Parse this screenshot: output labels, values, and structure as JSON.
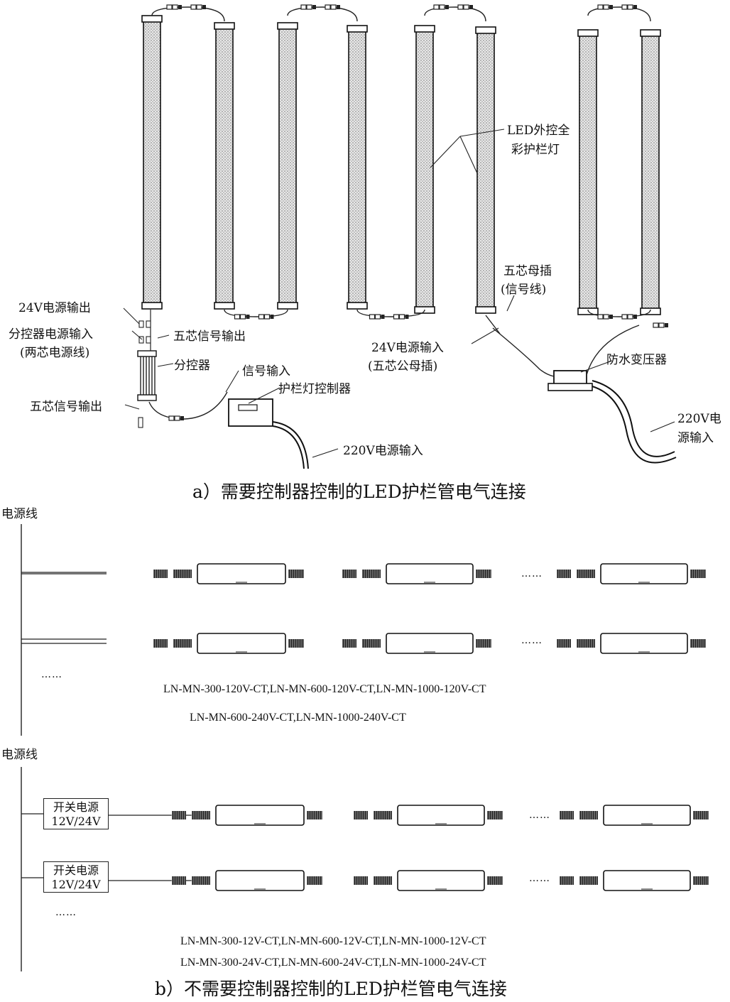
{
  "part_a": {
    "caption": "a）需要控制器控制的LED护栏管电气连接",
    "labels": {
      "out24v": "24V电源输出",
      "sub_power_in": "分控器电源输入",
      "two_core": "(两芯电源线)",
      "five_core_signal_out_top": "五芯信号输出",
      "sub_controller": "分控器",
      "five_core_signal_out_bottom": "五芯信号输出",
      "signal_in": "信号输入",
      "controller": "护栏灯控制器",
      "ac_in_left": "220V电源输入",
      "led_tube_1": "LED外控全",
      "led_tube_2": "彩护栏灯",
      "female_1": "五芯母插",
      "female_2": "(信号线)",
      "in24v_1": "24V电源输入",
      "in24v_2": "(五芯公母插)",
      "transformer": "防水变压器",
      "ac_in_right_1": "220V电",
      "ac_in_right_2": "源输入"
    }
  },
  "part_b": {
    "caption": "b）不需要控制器控制的LED护栏管电气连接",
    "group1": {
      "bus_label": "电源线",
      "dots_mid": "……",
      "dots_left": "……",
      "models_1": "LN-MN-300-120V-CT,LN-MN-600-120V-CT,LN-MN-1000-120V-CT",
      "models_2": "LN-MN-600-240V-CT,LN-MN-1000-240V-CT"
    },
    "group2": {
      "bus_label": "电源线",
      "psu_line1": "开关电源",
      "psu_line2": "12V/24V",
      "dots_mid": "……",
      "dots_left": "……",
      "models_1": "LN-MN-300-12V-CT,LN-MN-600-12V-CT,LN-MN-1000-12V-CT",
      "models_2": "LN-MN-300-24V-CT,LN-MN-600-24V-CT,LN-MN-1000-24V-CT"
    }
  }
}
